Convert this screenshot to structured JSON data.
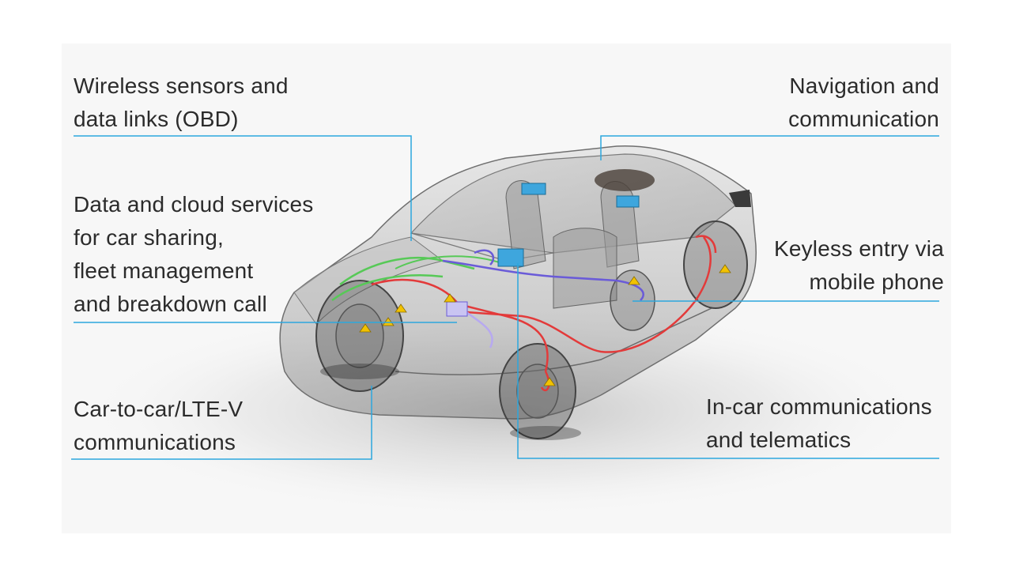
{
  "colors": {
    "background": "#ffffff",
    "leader_line": "#2ca7de",
    "text": "#2b2b2b",
    "wire_red": "#e33a3a",
    "wire_green": "#57c957",
    "wire_purple": "#6a5bd8",
    "module_blue": "#3ea6dd",
    "connector_yellow": "#f2c200"
  },
  "illustration": {
    "subject": "transparent-car-icon"
  },
  "callouts": [
    {
      "id": "obd",
      "lines": [
        "Wireless sensors and",
        "data links (OBD)"
      ]
    },
    {
      "id": "cloud",
      "lines": [
        "Data and cloud services",
        "for car sharing,",
        "fleet management",
        "and breakdown call"
      ]
    },
    {
      "id": "c2c",
      "lines": [
        "Car-to-car/LTE-V",
        "communications"
      ]
    },
    {
      "id": "nav",
      "lines": [
        "Navigation and",
        "communication"
      ]
    },
    {
      "id": "keyless",
      "lines": [
        "Keyless entry via",
        "mobile phone"
      ]
    },
    {
      "id": "incar",
      "lines": [
        "In-car communications",
        "and telematics"
      ]
    }
  ]
}
